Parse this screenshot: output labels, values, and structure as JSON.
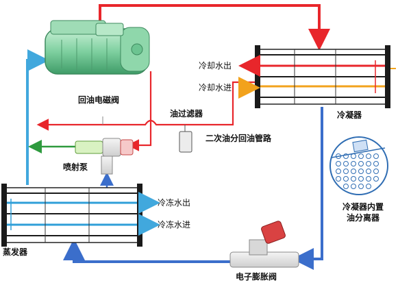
{
  "labels": {
    "oil_return_valve": "回油电磁阀",
    "cooling_water_out": "冷却水出",
    "cooling_water_in": "冷却水进",
    "condenser": "冷凝器",
    "oil_filter": "油过滤器",
    "secondary_oil_return": "二次油分回油管路",
    "ejector_pump": "喷射泵",
    "chilled_water_out": "冷冻水出",
    "chilled_water_in": "冷冻水进",
    "evaporator": "蒸发器",
    "internal_separator_line1": "冷凝器内置",
    "internal_separator_line2": "油分离器",
    "expansion_valve": "电子膨胀阀"
  },
  "colors": {
    "refrigerant_hot": "#e8262b",
    "refrigerant_cold": "#3b6ecb",
    "oil_line": "#e8262b",
    "injection_line": "#2e9a3e",
    "suction_line": "#41a8dd",
    "chilled_water": "#2f9fd8",
    "cooling_water_out": "#e8262b",
    "cooling_water_in": "#f2a21c",
    "compressor": "#7fd0a0",
    "valve_head": "#d94242"
  },
  "icons": {
    "compressor": "compressor-icon",
    "condenser": "shell-and-tube-heat-exchanger-icon",
    "evaporator": "shell-and-tube-heat-exchanger-icon",
    "expansion_valve": "electronic-expansion-valve-icon",
    "ejector": "ejector-pump-icon",
    "oil_filter": "filter-icon",
    "separator": "oil-separator-icon"
  }
}
